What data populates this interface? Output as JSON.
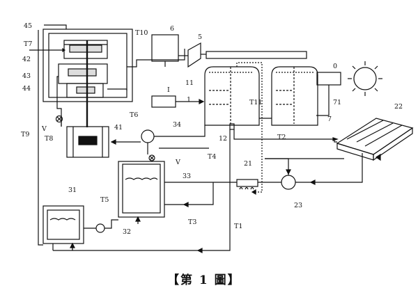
{
  "caption": "【第 1 圖】",
  "labels": {
    "l45": "45",
    "l42": "42",
    "l43": "43",
    "l44": "44",
    "l41": "41",
    "T7": "T7",
    "T8": "T8",
    "T9": "T9",
    "T10": "T10",
    "T6": "T6",
    "l6": "6",
    "l5": "5",
    "l0": "0",
    "l22": "22",
    "lI": "I",
    "l11": "11",
    "l1": "1",
    "l12": "12",
    "l71": "71",
    "l7": "7",
    "T11": "T11",
    "T2": "T2",
    "l34": "34",
    "T4": "T4",
    "V1": "V",
    "V2": "V",
    "l33": "33",
    "l21": "21",
    "l23": "23",
    "l31": "31",
    "T5": "T5",
    "l32": "32",
    "T3": "T3",
    "T1": "T1"
  }
}
